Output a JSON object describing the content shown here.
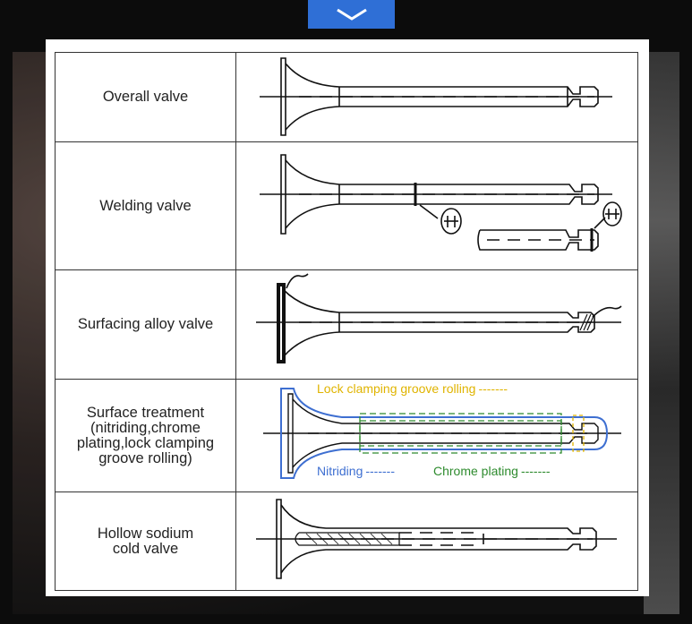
{
  "rows": [
    {
      "label": "Overall valve"
    },
    {
      "label": "Welding valve"
    },
    {
      "label": "Surfacing alloy valve"
    },
    {
      "label": "Surface treatment\n(nitriding,chrome\nplating,lock clamping\ngroove rolling)"
    },
    {
      "label": "Hollow sodium\ncold valve"
    }
  ],
  "annotations": {
    "lock_clamping": "Lock clamping groove rolling",
    "nitriding": "Nitriding",
    "chrome": "Chrome plating",
    "dashes": "-------"
  },
  "colors": {
    "tab": "#2f6fd6",
    "yellow": "#e0b400",
    "blue": "#3e6fd1",
    "green": "#2e8b2e"
  },
  "icons": {
    "tab": "chevron-down-icon"
  }
}
